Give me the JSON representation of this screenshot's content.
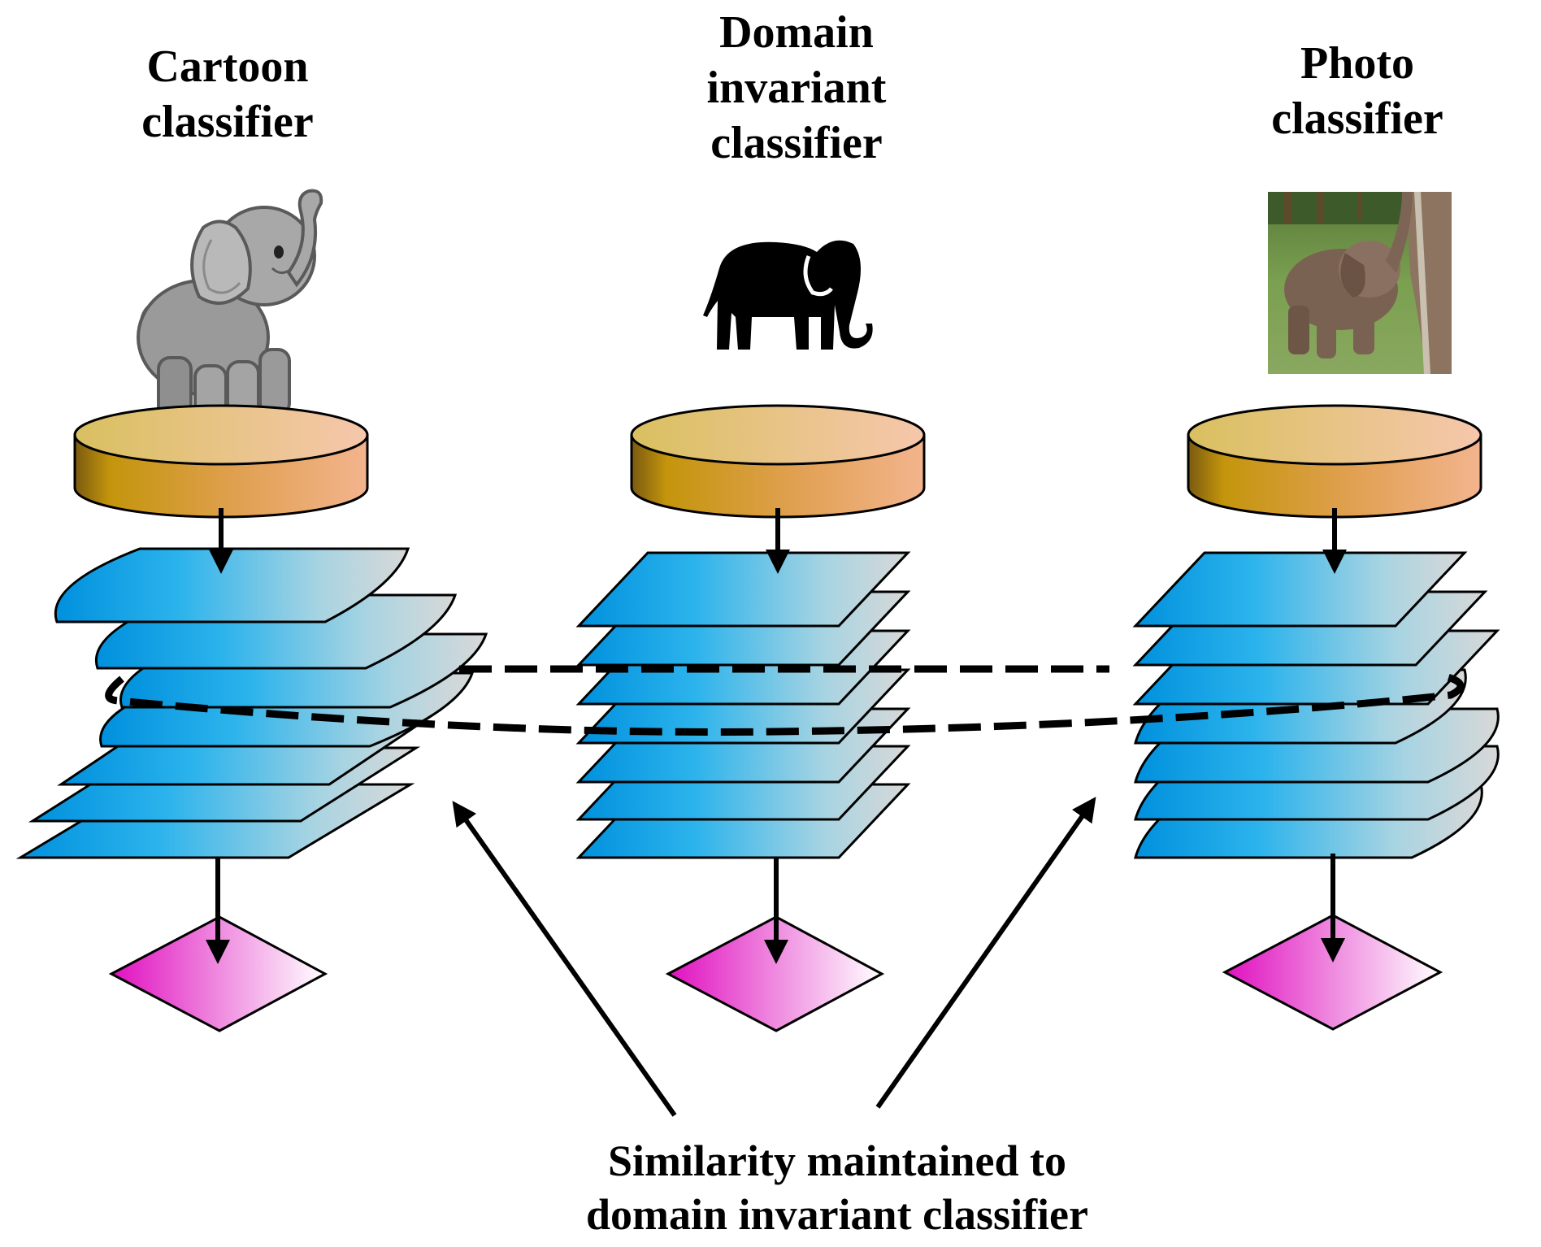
{
  "titles": {
    "cartoon": [
      "Cartoon",
      "classifier"
    ],
    "domain": [
      "Domain",
      "invariant",
      "classifier"
    ],
    "photo": [
      "Photo",
      "classifier"
    ]
  },
  "caption": [
    "Similarity maintained to",
    "domain invariant classifier"
  ],
  "images": {
    "cartoon": "cartoon-elephant",
    "domain": "elephant-silhouette-icon",
    "photo": "elephant-photo"
  },
  "colors": {
    "cylinder_start": "#b88a1a",
    "cylinder_end": "#f2b58e",
    "layer_start": "#0099dd",
    "layer_end": "#dcdcdc",
    "diamond_start": "#e020c0",
    "diamond_end": "#ffffff"
  }
}
